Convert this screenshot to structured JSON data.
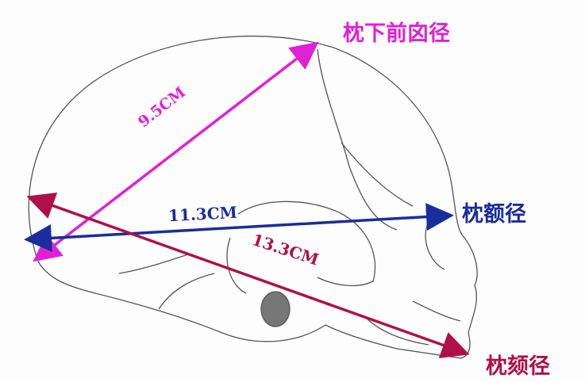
{
  "diagram": {
    "measurements": [
      {
        "name": "枕下前囟径",
        "value": "9.5CM",
        "color": "#e020d8"
      },
      {
        "name": "枕额径",
        "value": "11.3CM",
        "color": "#1a2d9c"
      },
      {
        "name": "枕颏径",
        "value": "13.3CM",
        "color": "#b0104a"
      }
    ],
    "outline_color": "#555555"
  }
}
